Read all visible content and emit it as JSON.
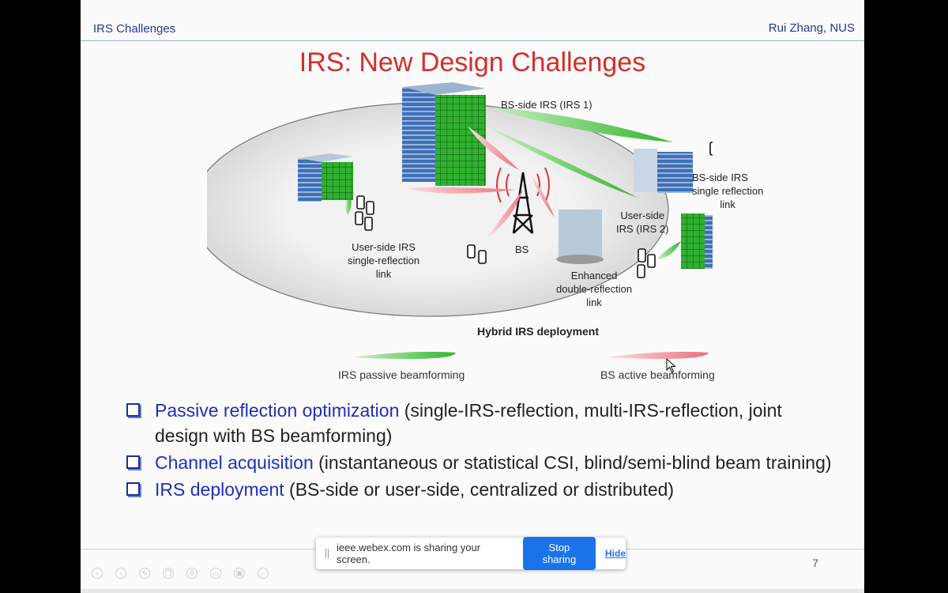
{
  "header": {
    "section": "IRS Challenges",
    "author": "Rui Zhang, NUS"
  },
  "slide": {
    "title": "IRS: New Design Challenges",
    "page_number": "7"
  },
  "figure": {
    "labels": {
      "bs_side_irs1": "BS-side IRS (IRS 1)",
      "bs_side_single": [
        "BS-side IRS",
        "single reflection",
        "link"
      ],
      "user_side_irs2": [
        "User-side",
        "IRS (IRS 2)"
      ],
      "user_side_single": [
        "User-side IRS",
        "single-reflection",
        "link"
      ],
      "bs": "BS",
      "enhanced_double": [
        "Enhanced",
        "double-reflection",
        "link"
      ]
    },
    "caption": "Hybrid IRS deployment",
    "legend": {
      "passive": "IRS passive beamforming",
      "active": "BS active beamforming"
    },
    "colors": {
      "irs_green": "#3fbf3f",
      "bs_red": "#e87a84",
      "ellipse": "#e6e6e6"
    }
  },
  "bullets": [
    {
      "term": "Passive reflection optimization",
      "rest": " (single-IRS-reflection, multi-IRS-reflection, joint design with BS beamforming)"
    },
    {
      "term": "Channel acquisition",
      "rest": " (instantaneous or statistical CSI, blind/semi-blind beam training)"
    },
    {
      "term": "IRS deployment",
      "rest": " (BS-side or user-side, centralized or distributed)"
    }
  ],
  "share_bar": {
    "message": "ieee.webex.com is sharing your screen.",
    "stop_label": "Stop sharing",
    "hide_label": "Hide"
  },
  "toolbar_icons": [
    "prev-icon",
    "next-icon",
    "pen-icon",
    "copy-icon",
    "zoom-icon",
    "subtitle-icon",
    "camera-icon",
    "more-icon"
  ],
  "colors": {
    "title": "#d3302a",
    "header": "#1f3a93",
    "term": "#1f2fb8",
    "accent_button": "#1a73e8"
  }
}
